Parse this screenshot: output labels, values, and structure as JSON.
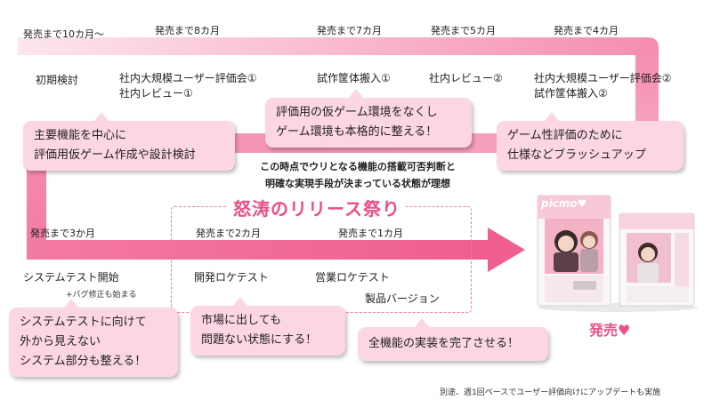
{
  "months_top": [
    "発売まで10カ月～",
    "発売まで8カ月",
    "発売まで7カ月",
    "発売まで5カ月",
    "発売まで4カ月"
  ],
  "months_bottom": [
    "発売まで3か月",
    "発売まで2カ月",
    "発売まで1カ月"
  ],
  "stages_top": {
    "initial": "初期検討",
    "eval1_line1": "社内大規模ユーザー評価会①",
    "eval1_line2": "社内レビュー①",
    "proto1": "試作筐体搬入①",
    "review2": "社内レビュー②",
    "eval2_line1": "社内大規模ユーザー評価会②",
    "eval2_line2": "試作筐体搬入②"
  },
  "stages_bottom": {
    "systest": "システムテスト開始",
    "systest_sub": "+バグ修正も始まる",
    "devloc": "開発ロケテスト",
    "salesloc": "営業ロケテスト",
    "product": "製品バージョン"
  },
  "callouts": {
    "c1_line1": "主要機能を中心に",
    "c1_line2": "評価用仮ゲーム作成や設計検討",
    "c2_line1": "評価用の仮ゲーム環境をなくし",
    "c2_line2": "ゲーム環境も本格的に整える！",
    "c3_line1": "ゲーム性評価のために",
    "c3_line2": "仕様などブラッシュアップ",
    "c4_line1": "システムテストに向けて",
    "c4_line2": "外から見えない",
    "c4_line3": "システム部分も整える！",
    "c5_line1": "市場に出しても",
    "c5_line2": "問題ない状態にする！",
    "c6": "全機能の実装を完了させる！"
  },
  "note_line1": "この時点でウリとなる機能の搭載可否判断と",
  "note_line2": "明確な実現手段が決まっている状態が理想",
  "festival_title": "怒涛のリリース祭り",
  "release_label": "発売♥",
  "footnote": "別途、週1回ペースでユーザー評価向けにアップデートも実施",
  "product_logo": "picmo♥",
  "colors": {
    "arrow_light": "#fbd3e0",
    "arrow_dark": "#f16a98",
    "callout": "#fcd6e3",
    "accent": "#ef4d86"
  }
}
